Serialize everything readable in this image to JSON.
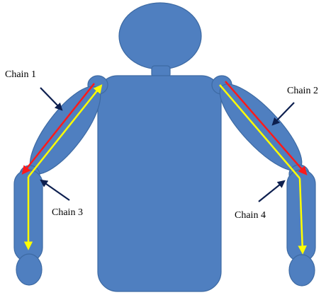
{
  "colors": {
    "body_fill": "#4f7fc0",
    "body_stroke": "#3d6aa3",
    "chain_red": "#ff1a1a",
    "chain_yellow": "#ffff00",
    "pointer": "#0d1f4f",
    "background": "#ffffff"
  },
  "labels": {
    "chain1": "Chain 1",
    "chain2": "Chain 2",
    "chain3": "Chain 3",
    "chain4": "Chain 4"
  }
}
